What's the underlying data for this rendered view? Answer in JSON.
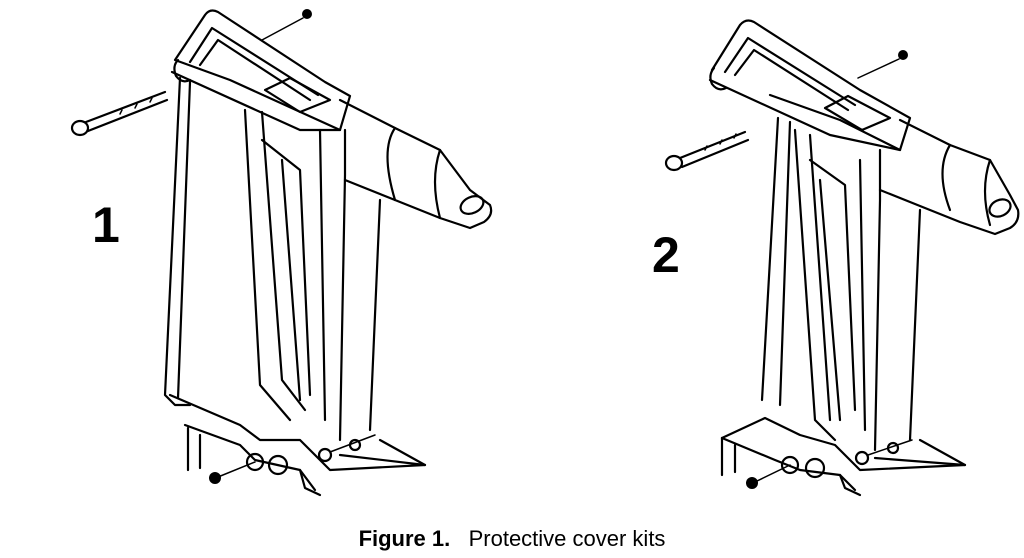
{
  "figure": {
    "kits": [
      {
        "label": "1"
      },
      {
        "label": "2"
      }
    ],
    "caption": {
      "number": "Figure 1.",
      "text": "Protective cover kits"
    }
  }
}
